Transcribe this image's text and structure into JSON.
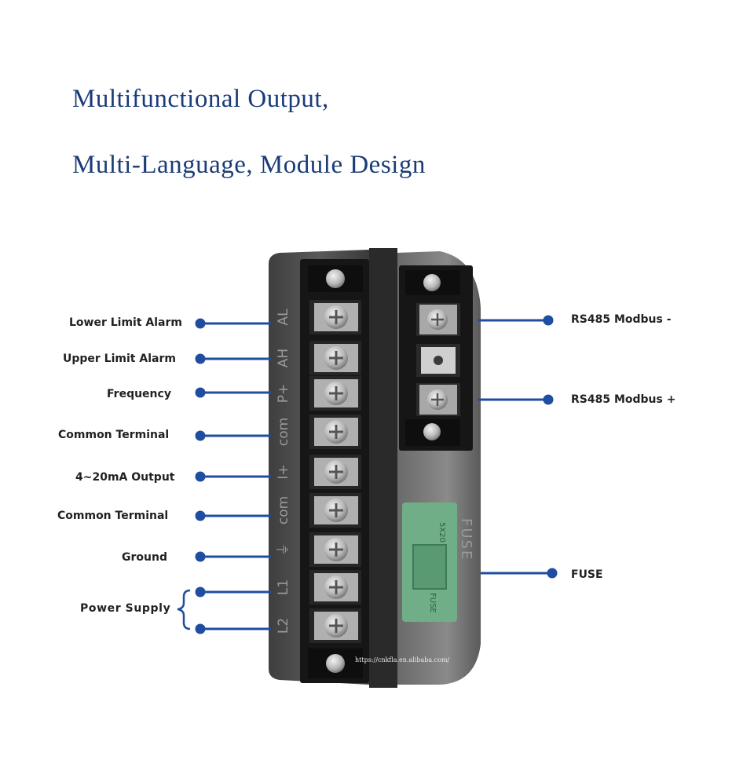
{
  "heading": {
    "line1": "Multifunctional Output,",
    "line2": "Multi-Language, Module Design"
  },
  "left_labels": [
    {
      "text": "Lower Limit Alarm",
      "terminal": "AL"
    },
    {
      "text": "Upper Limit Alarm",
      "terminal": "AH"
    },
    {
      "text": "Frequency",
      "terminal": "P+"
    },
    {
      "text": "Common Terminal",
      "terminal": "com"
    },
    {
      "text": "4~20mA Output",
      "terminal": "I+"
    },
    {
      "text": "Common Terminal",
      "terminal": "com"
    },
    {
      "text": "Ground",
      "terminal": "⏚"
    },
    {
      "text": "Power Supply",
      "terminal": "L1"
    },
    {
      "text": "",
      "terminal": "L2"
    }
  ],
  "right_labels": [
    {
      "text": "RS485 Modbus -"
    },
    {
      "text": "RS485 Modbus +"
    },
    {
      "text": "FUSE"
    }
  ],
  "fuse_marking": {
    "side": "FUSE",
    "block_top": "5X20",
    "block_bottom": "FUSE"
  },
  "watermark": "https://cnkfla.en.alibaba.com/",
  "colors": {
    "heading": "#1b3c78",
    "callout": "#1f4ea0",
    "housing": "#4a4a4a",
    "terminal_block": "#1a1a1a",
    "fuse_holder": "#6fae86"
  }
}
